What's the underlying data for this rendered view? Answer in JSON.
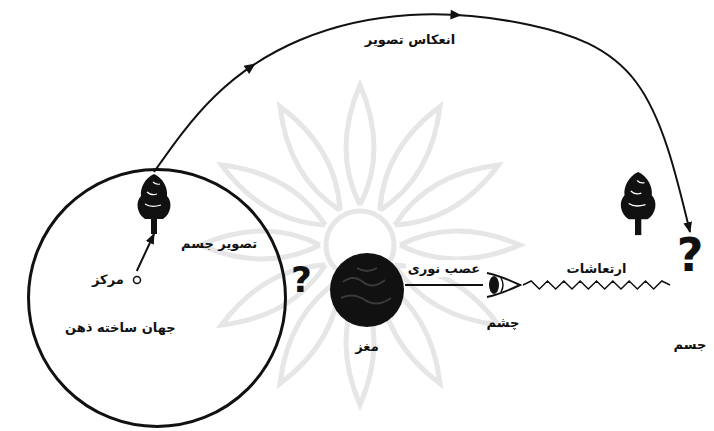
{
  "diagram": {
    "nodes": [
      {
        "text": [
          "جهان ساخته ذهن"
        ]
      },
      {
        "text": [
          "مرکز"
        ],
        "in": 0
      },
      {
        "text": [
          "تصویر جسم"
        ],
        "in": 0
      },
      {
        "text": [
          "?",
          "جسم"
        ]
      },
      {
        "text": [
          "چشم"
        ]
      },
      {
        "text": [
          "مغز"
        ]
      }
    ],
    "edges": [
      {
        "from": 1,
        "to": 2,
        "arrow": "to"
      },
      {
        "from": 2,
        "to": 3,
        "label": "انعکاس تصویر",
        "arrow": "to"
      },
      {
        "from": 3,
        "to": 4,
        "label": "ارتعاشات",
        "arrow": "none"
      },
      {
        "from": 4,
        "to": 5,
        "label": "عصب نوری",
        "arrow": "none"
      }
    ],
    "labels": [
      "?"
    ]
  }
}
